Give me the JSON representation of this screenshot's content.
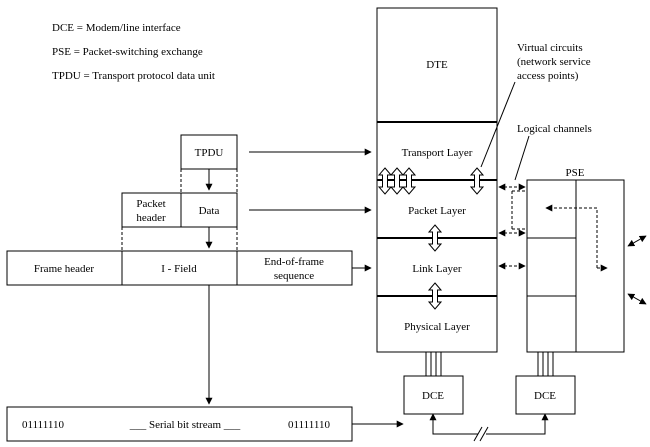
{
  "legend": {
    "dce": "DCE  =  Modem/line interface",
    "pse": "PSE  =  Packet-switching exchange",
    "tpdu": "TPDU  =  Transport protocol data unit"
  },
  "dte_stack": {
    "dte": "DTE",
    "transport": "Transport Layer",
    "packet": "Packet Layer",
    "link": "Link Layer",
    "physical": "Physical Layer"
  },
  "annotations": {
    "virtual_circuits_1": "Virtual circuits",
    "virtual_circuits_2": "(network service",
    "virtual_circuits_3": "access points)",
    "logical_channels": "Logical channels"
  },
  "pse_label": "PSE",
  "encapsulation": {
    "tpdu": "TPDU",
    "packet_header_1": "Packet",
    "packet_header_2": "header",
    "data": "Data",
    "frame_header": "Frame header",
    "i_field": "I - Field",
    "end_of_frame_1": "End-of-frame",
    "end_of_frame_2": "sequence"
  },
  "bitstream": {
    "flag_left": "01111110",
    "middle": "___ Serial bit stream ___",
    "flag_right": "01111110"
  },
  "dce_left": "DCE",
  "dce_right": "DCE"
}
